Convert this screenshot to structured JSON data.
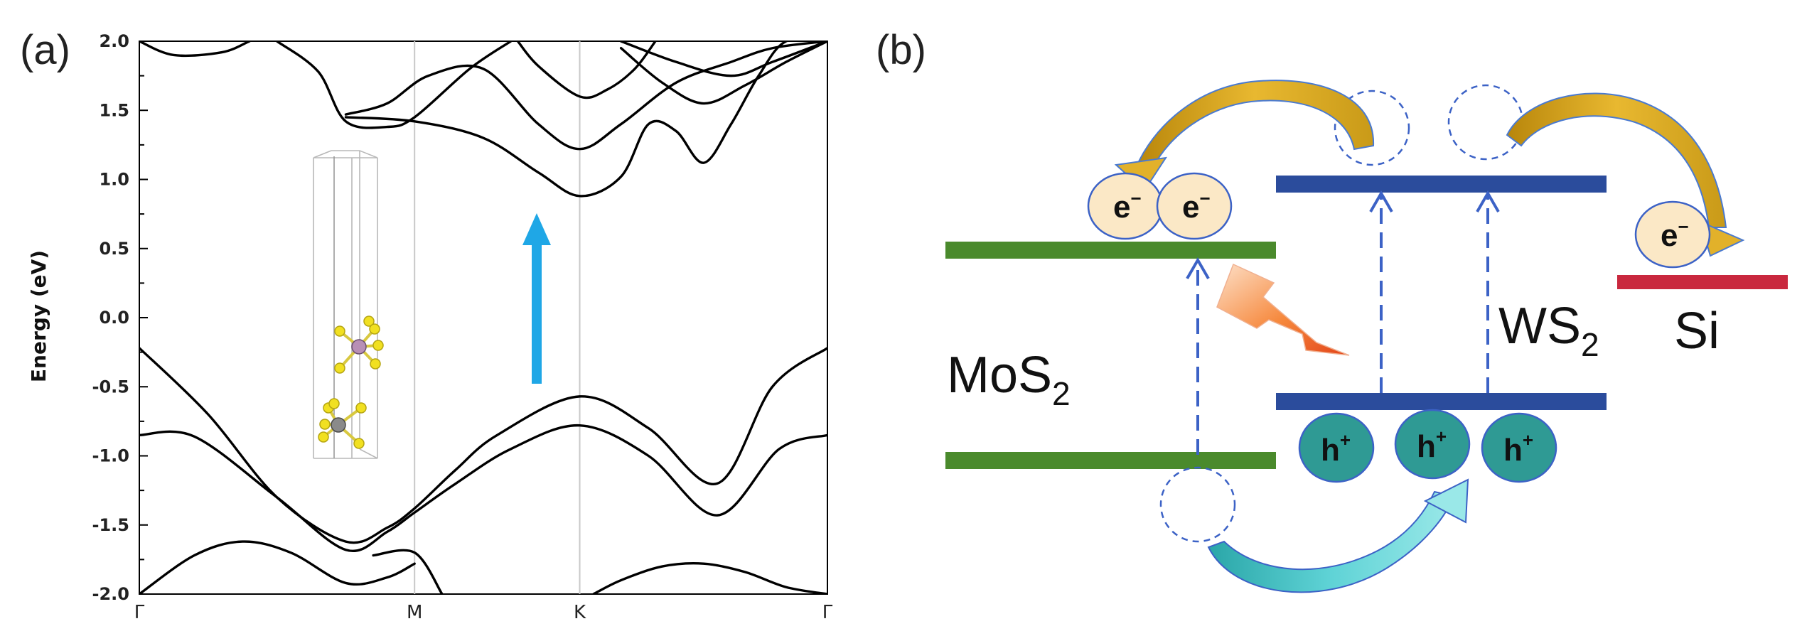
{
  "panel_a": {
    "label": "(a)",
    "chart_data": {
      "type": "line",
      "ylabel": "Energy (eV)",
      "ylim": [
        -2.0,
        2.0
      ],
      "yticks": [
        "2.0",
        "1.5",
        "1.0",
        "0.5",
        "0.0",
        "-0.5",
        "-1.0",
        "-1.5",
        "-2.0"
      ],
      "kpoints": [
        "Γ",
        "M",
        "K",
        "Γ"
      ],
      "kpoint_positions": [
        0,
        0.4,
        0.64,
        1.0
      ],
      "grid": "vertical lines at high-symmetry points",
      "annotation": "blue arrow at K from valence band maximum to conduction band minimum",
      "vbm_eV": -0.57,
      "cbm_eV": 0.88,
      "inset": "crystal structure of the heterostructure unit cell",
      "series": [
        {
          "x": [
            0,
            0.1,
            0.2,
            0.3,
            0.36,
            0.4,
            0.46,
            0.52,
            0.64,
            0.74,
            0.84,
            0.92,
            1.0
          ],
          "y": [
            -0.22,
            -0.7,
            -1.3,
            -1.62,
            -1.52,
            -1.38,
            -1.1,
            -0.85,
            -0.57,
            -0.8,
            -1.2,
            -0.5,
            -0.22
          ]
        },
        {
          "x": [
            0,
            0.08,
            0.2,
            0.3,
            0.36,
            0.4,
            0.46,
            0.54,
            0.64,
            0.74,
            0.84,
            0.93,
            1.0
          ],
          "y": [
            -0.85,
            -0.86,
            -1.3,
            -1.68,
            -1.55,
            -1.41,
            -1.2,
            -0.95,
            -0.78,
            -1.0,
            -1.43,
            -0.95,
            -0.85
          ]
        },
        {
          "x": [
            0,
            0.08,
            0.15,
            0.22,
            0.3,
            0.36,
            0.4
          ],
          "y": [
            -2.0,
            -1.72,
            -1.62,
            -1.7,
            -1.92,
            -1.88,
            -1.78
          ]
        },
        {
          "x": [
            0.34,
            0.4,
            0.44
          ],
          "y": [
            -1.72,
            -1.7,
            -2.0
          ]
        },
        {
          "x": [
            0.66,
            0.7,
            0.76,
            0.82,
            0.88,
            0.94,
            1.0
          ],
          "y": [
            -2.0,
            -1.9,
            -1.8,
            -1.78,
            -1.84,
            -1.95,
            -2.0
          ]
        },
        {
          "x": [
            0.55,
            0.58,
            0.64,
            0.68,
            0.72,
            0.75
          ],
          "y": [
            2.0,
            1.82,
            1.6,
            1.65,
            1.8,
            2.0
          ]
        },
        {
          "x": [
            0.3,
            0.4,
            0.5,
            0.58,
            0.64,
            0.7,
            0.74,
            0.78,
            0.82,
            0.86,
            0.9,
            0.94,
            1.0
          ],
          "y": [
            1.45,
            1.42,
            1.3,
            1.05,
            0.88,
            1.02,
            1.4,
            1.35,
            1.12,
            1.4,
            1.75,
            2.0,
            2.0
          ]
        },
        {
          "x": [
            0.3,
            0.36,
            0.42,
            0.5,
            0.58,
            0.64,
            0.7,
            0.78,
            0.86,
            0.92,
            1.0
          ],
          "y": [
            1.47,
            1.55,
            1.75,
            1.8,
            1.4,
            1.22,
            1.4,
            1.7,
            1.85,
            1.95,
            2.0
          ]
        },
        {
          "x": [
            0.2,
            0.26,
            0.3,
            0.36,
            0.4,
            0.48,
            0.54
          ],
          "y": [
            2.0,
            1.78,
            1.42,
            1.38,
            1.45,
            1.8,
            2.0
          ]
        },
        {
          "x": [
            0,
            0.05,
            0.12,
            0.16
          ],
          "y": [
            2.0,
            1.9,
            1.92,
            2.0
          ]
        },
        {
          "x": [
            0.7,
            0.76,
            0.82,
            0.88,
            0.94,
            1.0
          ],
          "y": [
            1.95,
            1.7,
            1.55,
            1.68,
            1.85,
            2.0
          ]
        },
        {
          "x": [
            0.7,
            0.78,
            0.86,
            0.92,
            1.0
          ],
          "y": [
            2.0,
            1.85,
            1.75,
            1.85,
            2.0
          ]
        }
      ]
    }
  },
  "panel_b": {
    "label": "(b)",
    "mos2_label": "MoS",
    "mos2_sub": "2",
    "ws2_label": "WS",
    "ws2_sub": "2",
    "si_label": "Si",
    "electron_symbol": "e",
    "electron_sup": "−",
    "hole_symbol": "h",
    "hole_sup": "+",
    "colors": {
      "mos2_band": "#4a8a2c",
      "ws2_band": "#2b4c9c",
      "si_band": "#c9283e",
      "electron_fill": "#fbe8c6",
      "hole_fill": "#2f9a94",
      "gold_arrow": "#d6a21c",
      "cyan_arrow": "#6ad8d8",
      "dashed": "#3c62c6",
      "light_arrow": "#1fa7e6"
    }
  }
}
